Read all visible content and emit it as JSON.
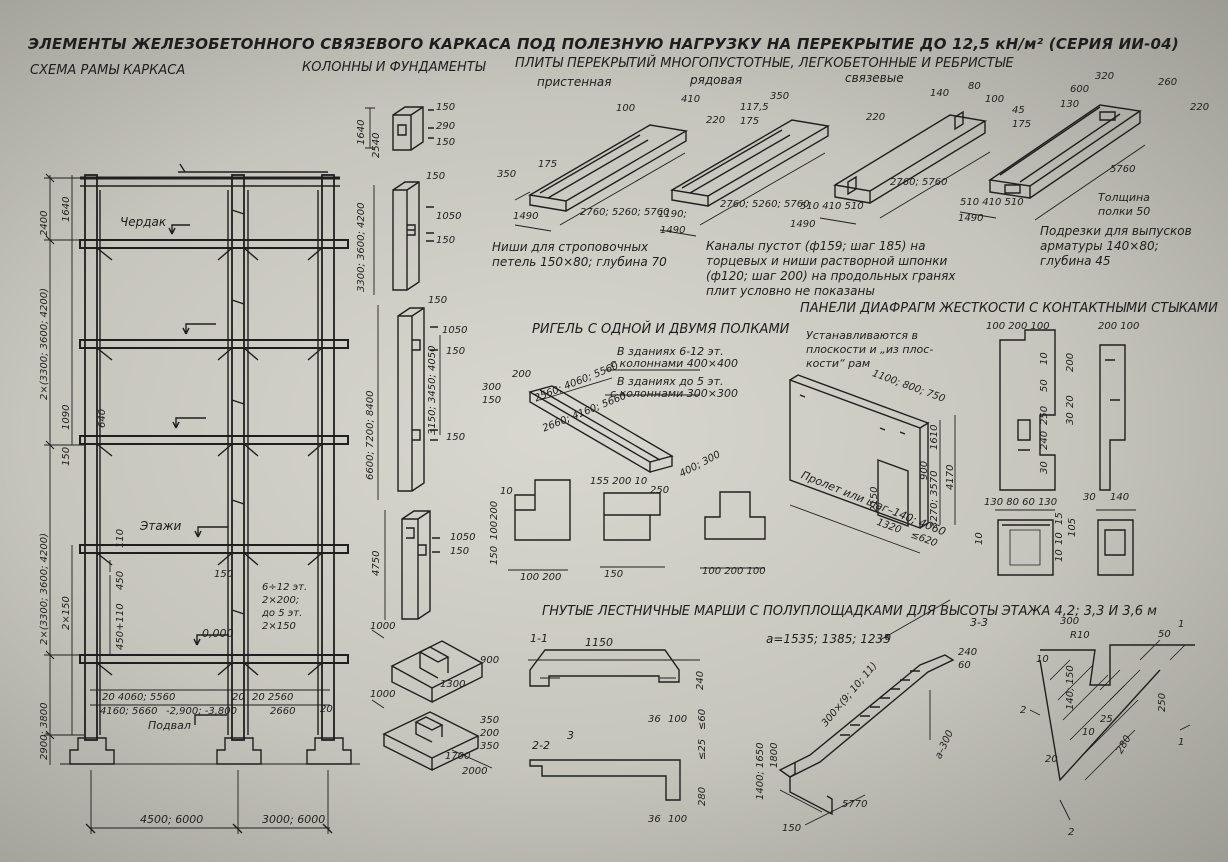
{
  "title": "ЭЛЕМЕНТЫ ЖЕЛЕЗОБЕТОННОГО СВЯЗЕВОГО КАРКАСА ПОД ПОЛЕЗНУЮ НАГРУЗКУ НА ПЕРЕКРЫТИЕ ДО 12,5 кН/м² (СЕРИЯ ИИ-04)",
  "sections": {
    "frame": "СХЕМА РАМЫ КАРКАСА",
    "columns": "КОЛОННЫ И ФУНДАМЕНТЫ",
    "slabs": "ПЛИТЫ ПЕРЕКРЫТИЙ МНОГОПУСТОТНЫЕ, ЛЕГКОБЕТОННЫЕ И РЕБРИСТЫЕ",
    "beams": "РИГЕЛЬ С ОДНОЙ И ДВУМЯ ПОЛКАМИ",
    "panels": "ПАНЕЛИ ДИАФРАГМ ЖЕСТКОСТИ С КОНТАКТНЫМИ СТЫКАМИ",
    "stairs": "ГНУТЫЕ ЛЕСТНИЧНЫЕ МАРШИ С ПОЛУПЛОЩАДКАМИ ДЛЯ ВЫСОТЫ ЭТАЖА 4,2; 3,3 И 3,6 м"
  },
  "slab_types": {
    "wall": "пристенная",
    "row": "рядовая",
    "tie": "связевые"
  },
  "frame_labels": {
    "attic": "Чердак",
    "floors": "Этажи",
    "basement": "Подвал",
    "dim_2400": "2400",
    "dim_1640": "1640",
    "dim_upper": "2×(3300; 3600; 4200)",
    "dim_lower": "2×(3300; 3600; 4200)",
    "dim_2x150": "2×150",
    "dim_2900": "2900; 3800",
    "dim_1090": "1090",
    "dim_640": "640",
    "dim_150a": "150",
    "dim_110": "110",
    "dim_450": "450",
    "dim_450_110": "450+110",
    "floor_note_1": "6÷12 эт.",
    "floor_note_2": "2×200;",
    "floor_note_3": "до 5 эт.",
    "floor_note_4": "2×150",
    "dim_150b": "150",
    "level_0": "0,000",
    "span_bot_1": "20  4060; 5560",
    "span_bot_2": "20",
    "span_bot_3": "20  2560",
    "span_bot_4": "20",
    "span_bot_5": "4160; 5660",
    "span_bot_6": "-2,900; -3,800",
    "span_bot_7": "2660",
    "bay_left": "4500; 6000",
    "bay_right": "3000; 6000"
  },
  "column_dims": {
    "c1_150": "150",
    "c1_290": "290",
    "c1_150b": "150",
    "c1_1640": "1640",
    "c1_2540": "2540",
    "c2_150": "150",
    "c2_1050": "1050",
    "c2_150b": "150",
    "c2_height": "3300; 3600; 4200",
    "c3_150": "150",
    "c3_1050": "1050",
    "c3_150b": "150",
    "c3_height": "6600; 7200; 8400",
    "c3_mid": "3150; 3450; 4050",
    "c3_150c": "150",
    "c4_1050": "1050",
    "c4_150": "150",
    "c4_4750": "4750",
    "f1_1000": "1000",
    "f1_900": "900",
    "f1_1300": "1300",
    "f2_1000": "1000",
    "f2_350": "350",
    "f2_200": "200",
    "f2_350b": "350",
    "f2_1700": "1700",
    "f2_2000": "2000"
  },
  "slab_dims": {
    "s1_100": "100",
    "s1_410": "410",
    "s1_220": "220",
    "s1_350": "350",
    "s1_175": "175",
    "s1_length": "2760; 5260; 5760",
    "s1_1490": "1490",
    "s2_117": "117,5",
    "s2_350": "350",
    "s2_175": "175",
    "s2_220": "220",
    "s2_1190": "1190;",
    "s2_1490": "1490",
    "s2_length": "2760; 5260; 5760",
    "s3_140": "140",
    "s3_80": "80",
    "s3_100": "100",
    "s3_45": "45",
    "s3_175": "175",
    "s3_length": "2760; 5760",
    "s3_510": "510 410 510",
    "s3_1490": "1490",
    "s4_320": "320",
    "s4_600": "600",
    "s4_130": "130",
    "s4_260": "260",
    "s4_220": "220",
    "s4_5760": "5760",
    "s4_510": "510 410 510",
    "s4_1490": "1490",
    "s4_note_1": "Толщина",
    "s4_note_2": "полки 50"
  },
  "notes": {
    "niches_1": "Ниши для строповочных",
    "niches_2": "петель 150×80; глубина 70",
    "channels_1": "Каналы пустот (ф159; шаг 185) на",
    "channels_2": "торцевых и ниши растворной шпонки",
    "channels_3": "(ф120; шаг 200) на продольных гранях",
    "channels_4": "плит условно не показаны",
    "cut_1": "Подрезки для выпусков",
    "cut_2": "арматуры 140×80;",
    "cut_3": "глубина 45"
  },
  "beam_labels": {
    "bld1_1": "В зданиях 6-12 эт.",
    "bld1_2": "с колоннами 400×400",
    "bld2_1": "В зданиях до 5 эт.",
    "bld2_2": "с колоннами 300×300",
    "d_200": "200",
    "d_300": "300",
    "d_150": "150",
    "len1": "2560; 4060; 5560",
    "len2": "2660; 4160; 5660",
    "d_400": "400; 300",
    "sec1_10": "10",
    "sec1_150": "150",
    "sec1_100": "100",
    "sec1_200": "200",
    "sec1_bot": "100  200",
    "sec2_top": "155 200 10",
    "sec2_250": "250",
    "sec2_150": "150",
    "sec3_bot": "100  200  100"
  },
  "panel_labels": {
    "install_1": "Устанавливаются в",
    "install_2": "плоскости и „из плос-",
    "install_3": "кости“ рам",
    "d_1100": "1100; 800; 750",
    "d_2150": "2150",
    "d_900": "900",
    "d_1610": "1610",
    "d_3270": "3270; 3570",
    "d_4170": "4170",
    "d_1320": "1320",
    "d_620": "≤620",
    "span": "Пролет или шаг–140; 4060",
    "j1_top": "100 200 100",
    "j1_10": "10",
    "j1_200": "200",
    "j1_50": "50",
    "j1_20": "20",
    "j1_250": "250",
    "j1_30": "30",
    "j1_240": "240",
    "j1_30b": "30",
    "j2_top": "200 100",
    "j2_30": "30",
    "j2_140": "140",
    "j3_bot": "130 80 60 130",
    "j3_10": "10",
    "j3_15": "15",
    "j3_105": "105",
    "j3_10b": "10",
    "j3_10c": "10"
  },
  "stair_labels": {
    "sec11": "1-1",
    "d_1150": "1150",
    "d_240": "240",
    "d_36": "36",
    "d_100": "100",
    "d_le60": "≤60",
    "sec22": "2-2",
    "sec3": "3",
    "d_le25": "≤25",
    "d_280": "280",
    "d_36b": "36",
    "d_100b": "100",
    "a_formula": "a=1535; 1385; 1235",
    "a_steps": "300×(9; 10; 11)",
    "a": "a",
    "a300": "a–300",
    "d_240b": "240",
    "d_60": "60",
    "d_1400": "1400; 1650",
    "d_1800": "1800",
    "d_150s": "150",
    "d_5770": "5770",
    "sec33": "3-3",
    "d_300": "300",
    "r10": "R10",
    "d_50": "50",
    "d_10": "10",
    "d_140": "140; 150",
    "d_250": "250",
    "d_25": "25",
    "d_280b": "280",
    "d_10b": "10",
    "d_20": "20",
    "cut2": "2",
    "cut1": "1",
    "cut1b": "1",
    "cut2b": "2"
  }
}
